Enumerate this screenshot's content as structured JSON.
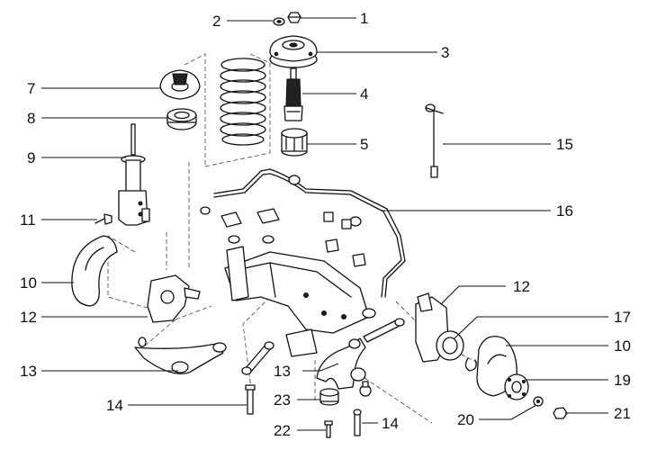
{
  "callouts": [
    {
      "id": "c1",
      "label": "1"
    },
    {
      "id": "c2",
      "label": "2"
    },
    {
      "id": "c3",
      "label": "3"
    },
    {
      "id": "c4",
      "label": "4"
    },
    {
      "id": "c5",
      "label": "5"
    },
    {
      "id": "c7",
      "label": "7"
    },
    {
      "id": "c8",
      "label": "8"
    },
    {
      "id": "c9",
      "label": "9"
    },
    {
      "id": "c11",
      "label": "11"
    },
    {
      "id": "c10a",
      "label": "10"
    },
    {
      "id": "c12a",
      "label": "12"
    },
    {
      "id": "c13a",
      "label": "13"
    },
    {
      "id": "c14a",
      "label": "14"
    },
    {
      "id": "c15",
      "label": "15"
    },
    {
      "id": "c16",
      "label": "16"
    },
    {
      "id": "c12b",
      "label": "12"
    },
    {
      "id": "c17",
      "label": "17"
    },
    {
      "id": "c10b",
      "label": "10"
    },
    {
      "id": "c19",
      "label": "19"
    },
    {
      "id": "c21",
      "label": "21"
    },
    {
      "id": "c20",
      "label": "20"
    },
    {
      "id": "c13b",
      "label": "13"
    },
    {
      "id": "c23",
      "label": "23"
    },
    {
      "id": "c22",
      "label": "22"
    },
    {
      "id": "c14b",
      "label": "14"
    }
  ]
}
